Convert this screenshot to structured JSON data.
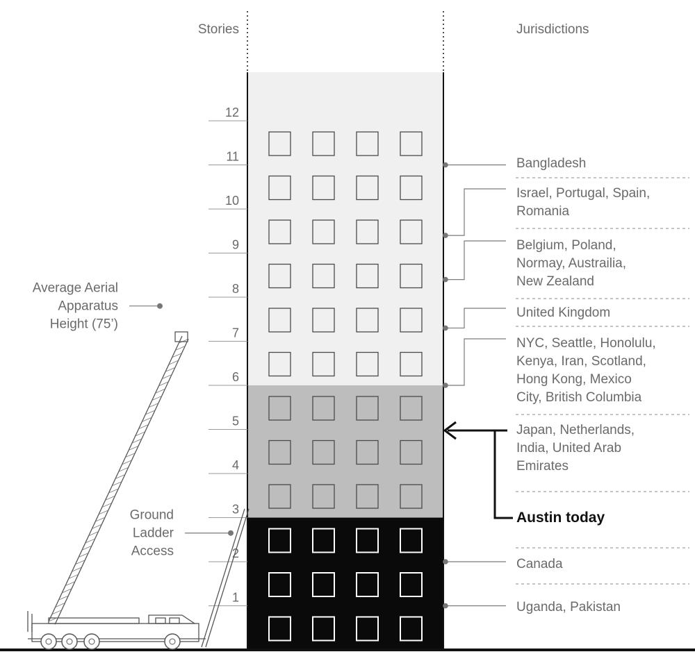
{
  "headers": {
    "stories": "Stories",
    "jurisdictions": "Jurisdictions"
  },
  "stories": [
    "1",
    "2",
    "3",
    "4",
    "5",
    "6",
    "7",
    "8",
    "9",
    "10",
    "11",
    "12"
  ],
  "building": {
    "total_stories": 12,
    "windows_per_floor": 4,
    "zones": [
      {
        "name": "ground-ladder-zone",
        "from_story": 0,
        "to_story": 3,
        "color": "#0a0a0a",
        "window_stroke": "#ffffff"
      },
      {
        "name": "austin-today-zone",
        "from_story": 3,
        "to_story": 6,
        "color": "#bdbdbd",
        "window_stroke": "#4a4a4a"
      },
      {
        "name": "upper-zone",
        "from_story": 6,
        "to_story": 13.1,
        "color": "#f0f0f0",
        "window_stroke": "#4a4a4a"
      }
    ]
  },
  "annotations": {
    "aerial": {
      "lines": [
        "Average Aerial",
        "Apparatus",
        "Height (75’)"
      ],
      "story_level": 7.8
    },
    "ground_ladder": {
      "lines": [
        "Ground",
        "Ladder",
        "Access"
      ],
      "story_level": 2.65
    }
  },
  "jurisdictions": [
    {
      "lines": [
        "Bangladesh"
      ],
      "story_level": 11
    },
    {
      "lines": [
        "Israel, Portugal, Spain,",
        "Romania"
      ],
      "story_level": 9.4
    },
    {
      "lines": [
        "Belgium, Poland,",
        "Normay, Austrailia,",
        "New Zealand"
      ],
      "story_level": 8.4
    },
    {
      "lines": [
        "United Kingdom"
      ],
      "story_level": 7.3
    },
    {
      "lines": [
        "NYC, Seattle, Honolulu,",
        "Kenya, Iran, Scotland,",
        "Hong Kong, Mexico",
        "City, British Columbia"
      ],
      "story_level": 6
    },
    {
      "lines": [
        "Japan, Netherlands,",
        "India, United Arab",
        "Emirates"
      ],
      "story_level": 5,
      "arrow": true
    },
    {
      "lines": [
        "Austin today"
      ],
      "story_level": null,
      "highlight": true
    },
    {
      "lines": [
        "Canada"
      ],
      "story_level": 2
    },
    {
      "lines": [
        "Uganda, Pakistan"
      ],
      "story_level": 1
    }
  ],
  "colors": {
    "text": "#6a6a6a",
    "line": "#7a7a7a",
    "dot": "#777777",
    "black": "#0a0a0a",
    "mid_gray": "#bdbdbd",
    "light_gray": "#f0f0f0"
  }
}
